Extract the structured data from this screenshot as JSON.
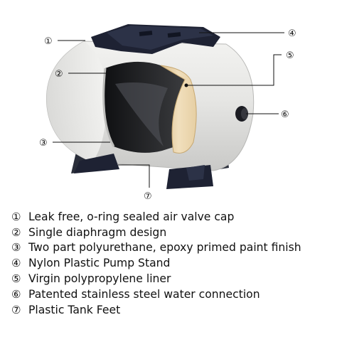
{
  "callouts": [
    {
      "marker": "①"
    },
    {
      "marker": "②"
    },
    {
      "marker": "③"
    },
    {
      "marker": "④"
    },
    {
      "marker": "⑤"
    },
    {
      "marker": "⑥"
    },
    {
      "marker": "⑦"
    }
  ],
  "legend": [
    {
      "marker": "①",
      "text": "Leak free, o-ring sealed air valve cap"
    },
    {
      "marker": "②",
      "text": "Single diaphragm design"
    },
    {
      "marker": "③",
      "text": "Two part polyurethane, epoxy primed paint finish"
    },
    {
      "marker": "④",
      "text": "Nylon Plastic Pump Stand"
    },
    {
      "marker": "⑤",
      "text": "Virgin polypropylene liner"
    },
    {
      "marker": "⑥",
      "text": "Patented stainless steel water connection"
    },
    {
      "marker": "⑦",
      "text": "Plastic Tank Feet"
    }
  ],
  "colors": {
    "tank_body": "#e4e4e2",
    "liner": "#e8d2aa",
    "pump_stand": "#1e2233",
    "text": "#111111"
  }
}
